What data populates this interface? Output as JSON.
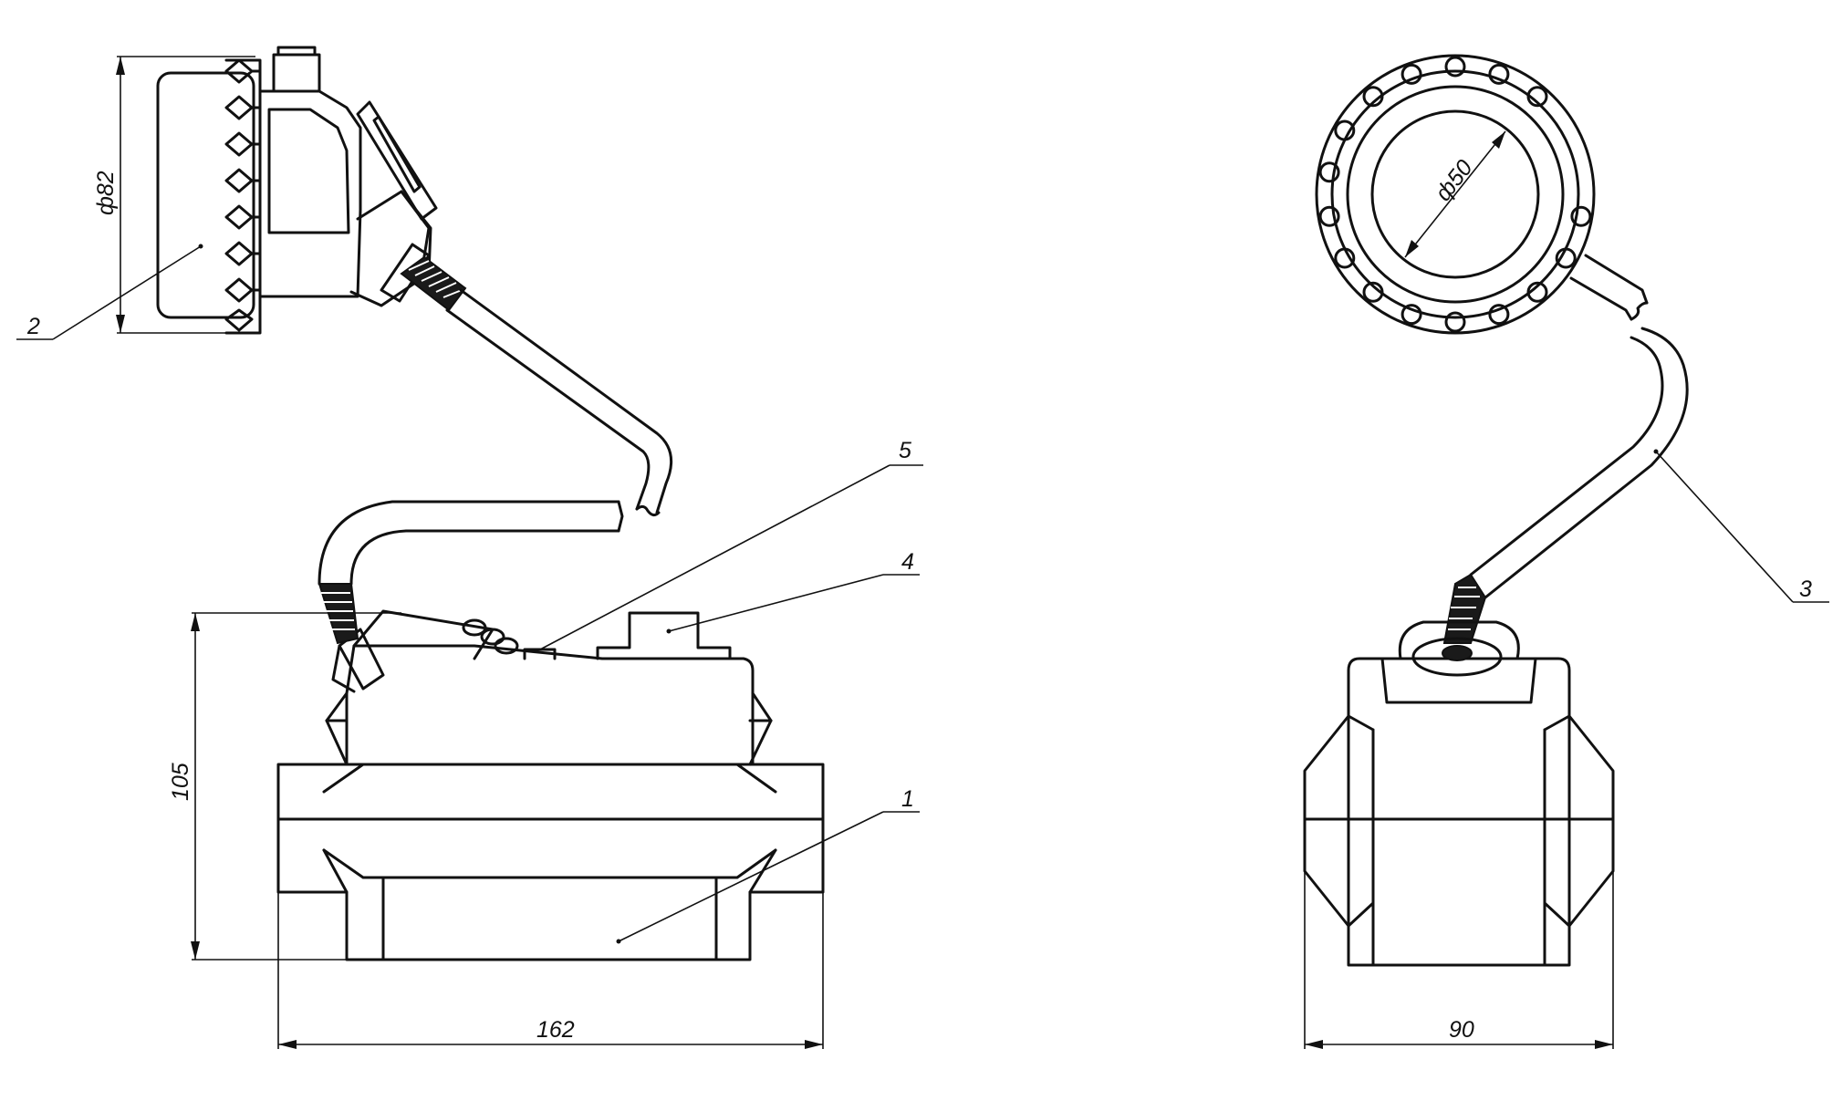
{
  "dimensions": {
    "head_diameter": "ф82",
    "body_height": "105",
    "body_length": "162",
    "body_width": "90",
    "dial_diameter": "ф50"
  },
  "callouts": {
    "body": "1",
    "remote_head": "2",
    "cable": "3",
    "plug": "4",
    "screw": "5"
  }
}
